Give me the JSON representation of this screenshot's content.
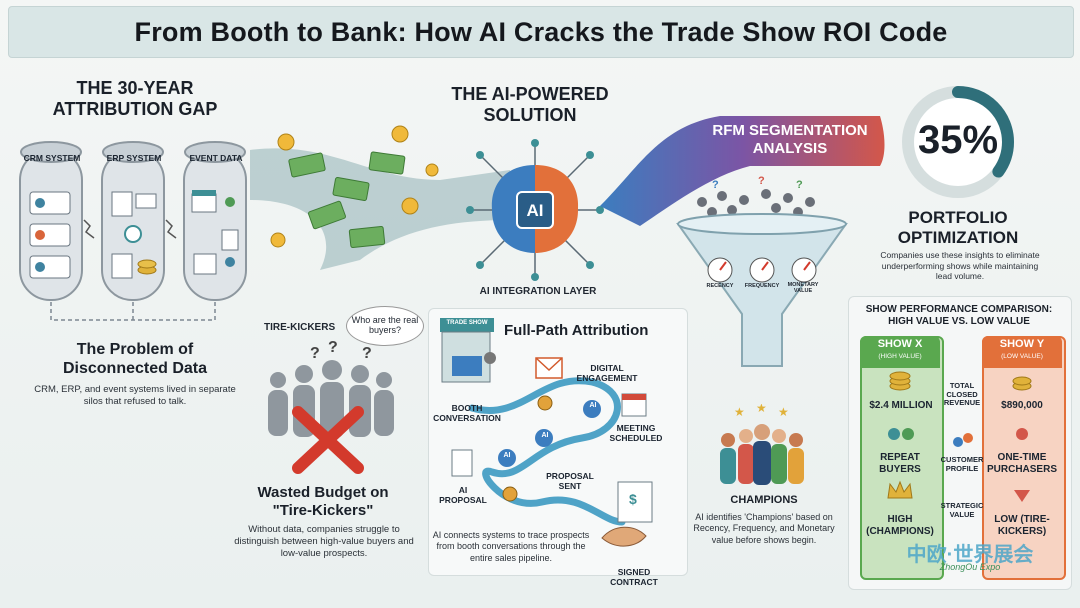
{
  "header": {
    "title": "From Booth to Bank: How AI Cracks the Trade Show ROI Code"
  },
  "attribution_gap": {
    "title": "THE 30-YEAR ATTRIBUTION GAP",
    "systems": [
      "CRM SYSTEM",
      "ERP SYSTEM",
      "EVENT DATA"
    ],
    "problem_title": "The Problem of Disconnected Data",
    "problem_text": "CRM, ERP, and event systems lived in separate silos that refused to talk."
  },
  "tire_kickers": {
    "label": "TIRE-KICKERS",
    "bubble": "Who are the real buyers?",
    "title": "Wasted Budget on \"Tire-Kickers\"",
    "text": "Without data, companies struggle to distinguish between high-value buyers and low-value prospects."
  },
  "ai_solution": {
    "title": "THE AI-POWERED SOLUTION",
    "chip": "AI",
    "layer": "AI INTEGRATION LAYER"
  },
  "full_path": {
    "title": "Full-Path Attribution",
    "booth_sign": "TRADE SHOW",
    "steps": [
      "BOOTH CONVERSATION",
      "DIGITAL ENGAGEMENT",
      "MEETING SCHEDULED",
      "AI PROPOSAL",
      "PROPOSAL SENT",
      "SIGNED CONTRACT"
    ],
    "node_label": "AI",
    "text": "AI connects systems to trace prospects from booth conversations through the entire sales pipeline."
  },
  "rfm": {
    "title": "RFM SEGMENTATION ANALYSIS",
    "gauges": [
      "RECENCY",
      "FREQUENCY",
      "MONETARY VALUE"
    ],
    "champions_label": "CHAMPIONS",
    "champions_text": "AI identifies 'Champions' based on Recency, Frequency, and Monetary value before shows begin."
  },
  "portfolio": {
    "percent": "35%",
    "percent_value": 35,
    "title": "PORTFOLIO OPTIMIZATION",
    "text": "Companies use these insights to eliminate underperforming shows while maintaining lead volume."
  },
  "comparison": {
    "title": "SHOW PERFORMANCE COMPARISON: HIGH VALUE VS. LOW VALUE",
    "show_x": {
      "name": "SHOW X",
      "sub": "(HIGH VALUE)"
    },
    "show_y": {
      "name": "SHOW Y",
      "sub": "(LOW VALUE)"
    },
    "rows": [
      {
        "x": "$2.4 MILLION",
        "metric": "TOTAL CLOSED REVENUE",
        "y": "$890,000"
      },
      {
        "x": "REPEAT BUYERS",
        "metric": "CUSTOMER PROFILE",
        "y": "ONE-TIME PURCHASERS"
      },
      {
        "x": "HIGH (CHAMPIONS)",
        "metric": "STRATEGIC VALUE",
        "y": "LOW (TIRE-KICKERS)"
      }
    ]
  },
  "watermark": {
    "text": "中欧·世界展会",
    "sub": "ZhongOu Expo"
  },
  "colors": {
    "green": "#5aa84f",
    "orange": "#e2703a",
    "teal": "#3d8f95",
    "ring": "#2f6f7a"
  }
}
